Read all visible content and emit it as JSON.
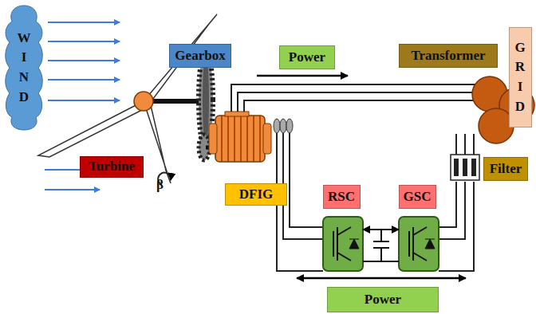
{
  "diagram": {
    "nodes": [
      {
        "text": [
          "WIND"
        ]
      },
      {
        "text": [
          "Gearbox"
        ]
      },
      {
        "text": [
          "Power"
        ]
      },
      {
        "text": [
          "Transformer"
        ]
      },
      {
        "text": [
          "GRID"
        ]
      },
      {
        "text": [
          "Turbine"
        ]
      },
      {
        "text": [
          "DFIG"
        ]
      },
      {
        "text": [
          "Filter"
        ]
      },
      {
        "text": [
          "RSC"
        ]
      },
      {
        "text": [
          "GSC"
        ]
      },
      {
        "text": [
          "Power"
        ]
      }
    ],
    "labels": [
      "β"
    ]
  }
}
